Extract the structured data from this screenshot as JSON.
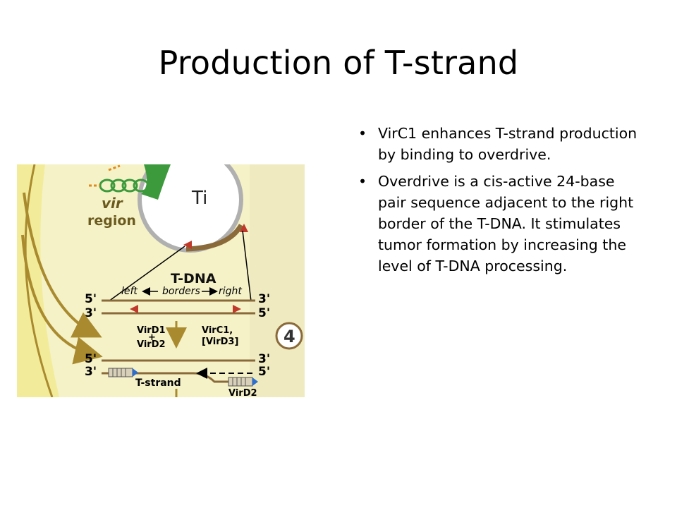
{
  "slide": {
    "title": "Production of T-strand",
    "bullet_symbol": "•",
    "bullets": [
      "VirC1 enhances T-strand production by binding to overdrive.",
      "Overdrive is a cis-active 24-base pair sequence adjacent to the right border of the T-DNA. It stimulates tumor formation by increasing the level of T-DNA processing."
    ]
  },
  "figure": {
    "ti_label": "Ti",
    "vir_label": "vir",
    "region_label": "region",
    "tdna_label": "T-DNA",
    "left_label": "left",
    "borders_label": "borders",
    "right_label": "right",
    "five_prime": "5'",
    "three_prime": "3'",
    "step_number": "4",
    "virD1": "VirD1",
    "plus": "+",
    "virD2": "VirD2",
    "virC1": "VirC1,",
    "virD3": "[VirD3]",
    "tstrand_label": "T-strand",
    "virD2_bottom": "VirD2",
    "colors": {
      "background": "#f5f2c8",
      "yellow_band": "#f2ec9a",
      "brown": "#a98a2f",
      "arrow_red": "#c0392b",
      "green": "#3c9a3c",
      "blue": "#2a6fd1"
    }
  }
}
